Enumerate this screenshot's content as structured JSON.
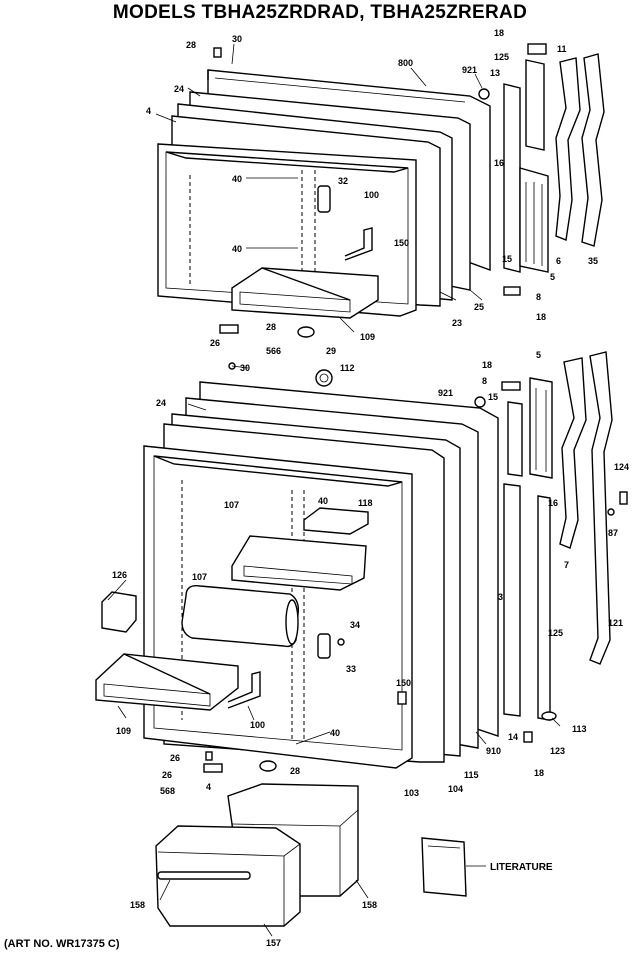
{
  "title": "MODELS TBHA25ZRDRAD, TBHA25ZRERAD",
  "art_number": "(ART NO. WR17375 C)",
  "literature_label": "LITERATURE",
  "part_labels": {
    "p28a": "28",
    "p30a": "30",
    "p800": "800",
    "p921a": "921",
    "p13": "13",
    "p18a": "18",
    "p125a": "125",
    "p11": "11",
    "p24a": "24",
    "p4": "4",
    "p40a": "40",
    "p32": "32",
    "p100a": "100",
    "p40b": "40",
    "p150a": "150",
    "p16a": "16",
    "p15a": "15",
    "p5a": "5",
    "p6": "6",
    "p35": "35",
    "p8a": "8",
    "p18b": "18",
    "p25": "25",
    "p23": "23",
    "p109a": "109",
    "p28b": "28",
    "p26a": "26",
    "p566": "566",
    "p29": "29",
    "p30b": "30",
    "p112": "112",
    "p18c": "18",
    "p5b": "5",
    "p8b": "8",
    "p921b": "921",
    "p15b": "15",
    "p24b": "24",
    "p107a": "107",
    "p40c": "40",
    "p118": "118",
    "p16b": "16",
    "p107b": "107",
    "p126": "126",
    "p124": "124",
    "p87": "87",
    "p7": "7",
    "p3": "3",
    "p34": "34",
    "p125b": "125",
    "p121": "121",
    "p33": "33",
    "p150b": "150",
    "p109b": "109",
    "p100b": "100",
    "p40d": "40",
    "p113": "113",
    "p14": "14",
    "p910": "910",
    "p123": "123",
    "p18d": "18",
    "p26b": "26",
    "p28c": "28",
    "p26c": "26",
    "p568": "568",
    "p4b": "4",
    "p103": "103",
    "p104": "104",
    "p115": "115",
    "p158a": "158",
    "p158b": "158",
    "p157": "157"
  }
}
